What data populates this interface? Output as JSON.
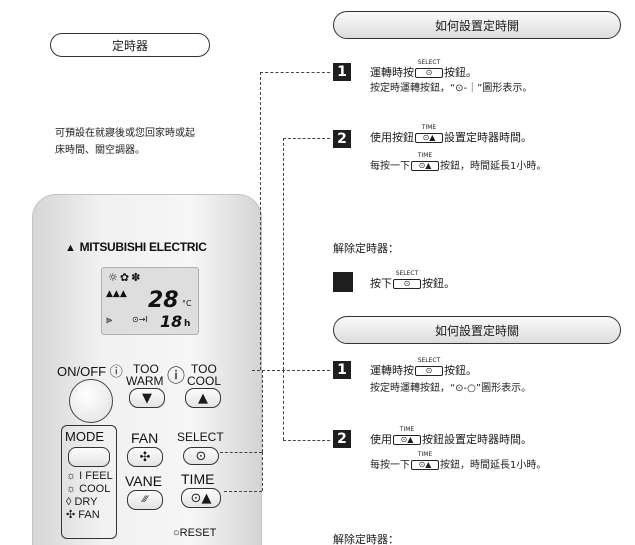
{
  "left": {
    "pill_label": "定時器",
    "intro_line1": "可預設在就寢後或您回家時或起",
    "intro_line2": "床時間、關空調器。"
  },
  "on_timer": {
    "header": "如何設置定時開",
    "step1_num": "1",
    "step1_prefix": "運轉時按",
    "step1_key_cap": "SELECT",
    "step1_key_symbol": "⊙",
    "step1_suffix": "按鈕。",
    "step1_sub": "按定時運轉按鈕，“⊙-｜”圖形表示。",
    "step2_num": "2",
    "step2_prefix": "使用按鈕",
    "step2_key_cap": "TIME",
    "step2_key_symbol": "⊙▲",
    "step2_suffix": "設置定時器時間。",
    "step2_sub_prefix": "每按一下",
    "step2_sub_key_cap": "TIME",
    "step2_sub_key_symbol": "⊙▲",
    "step2_sub_suffix": "按鈕，時間延長1小時。",
    "cancel_title": "解除定時器：",
    "cancel_prefix": "按下",
    "cancel_key_cap": "SELECT",
    "cancel_key_symbol": "⊙",
    "cancel_suffix": "按鈕。"
  },
  "off_timer": {
    "header": "如何設置定時關",
    "step1_num": "1",
    "step1_prefix": "運轉時按",
    "step1_key_cap": "SELECT",
    "step1_key_symbol": "⊙",
    "step1_suffix": "按鈕。",
    "step1_sub": "按定時運轉按鈕，“⊙-○”圖形表示。",
    "step2_num": "2",
    "step2_prefix": "使用",
    "step2_key_cap": "TIME",
    "step2_key_symbol": "⊙▲",
    "step2_suffix": "按鈕設置定時器時間。",
    "step2_sub_prefix": "每按一下",
    "step2_sub_key_cap": "TIME",
    "step2_sub_key_symbol": "⊙▲",
    "step2_sub_suffix": "按鈕，時間延長1小時。",
    "cancel_title": "解除定時器："
  },
  "remote": {
    "brand": "MITSUBISHI ELECTRIC",
    "brand_logo": "▲",
    "lcd_top_icons": "☼✿✽",
    "lcd_temp": "28",
    "lcd_temp_unit": "°C",
    "lcd_timer_icons": "⊙→I\n⊙→I",
    "lcd_timer_value": "18",
    "lcd_timer_unit": "h",
    "onoff_label": "ON/OFF ⓘ",
    "too_warm_label1": "TOO",
    "too_warm_label2": "WARM",
    "too_cool_label1": "TOO",
    "too_cool_label2": "COOL",
    "thermo_icon": "ⓘ",
    "down_arrow": "▼",
    "up_arrow": "▲",
    "mode_label": "MODE",
    "fan_label": "FAN",
    "fan_icon": "✣",
    "vane_label": "VANE",
    "vane_icon": "⁄⁄⁄",
    "select_label": "SELECT",
    "select_icon": "⊙",
    "time_label": "TIME",
    "time_icon": "⊙▲",
    "reset_label": "○RESET",
    "modes": [
      "☼ I FEEL",
      "☼ COOL",
      "◊ DRY",
      "✣ FAN"
    ]
  }
}
